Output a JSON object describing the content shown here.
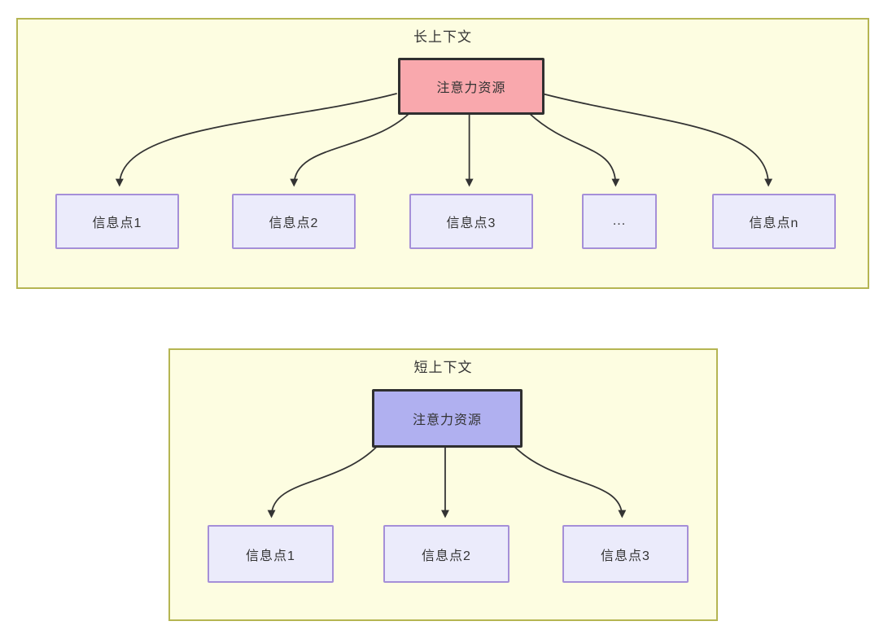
{
  "long_context": {
    "title": "长上下文",
    "source_label": "注意力资源",
    "source_color": "#f9a8ad",
    "targets": [
      "信息点1",
      "信息点2",
      "信息点3",
      "...",
      "信息点n"
    ]
  },
  "short_context": {
    "title": "短上下文",
    "source_label": "注意力资源",
    "source_color": "#b0b0f0",
    "targets": [
      "信息点1",
      "信息点2",
      "信息点3"
    ]
  },
  "colors": {
    "page_background": "#ffffff",
    "panel_fill": "#fdfde1",
    "panel_border": "#b5b552",
    "target_fill": "#ebebfb",
    "target_border": "#a58fd8",
    "source_border": "#2f2f2f",
    "arrow": "#333333",
    "text": "#333333"
  }
}
